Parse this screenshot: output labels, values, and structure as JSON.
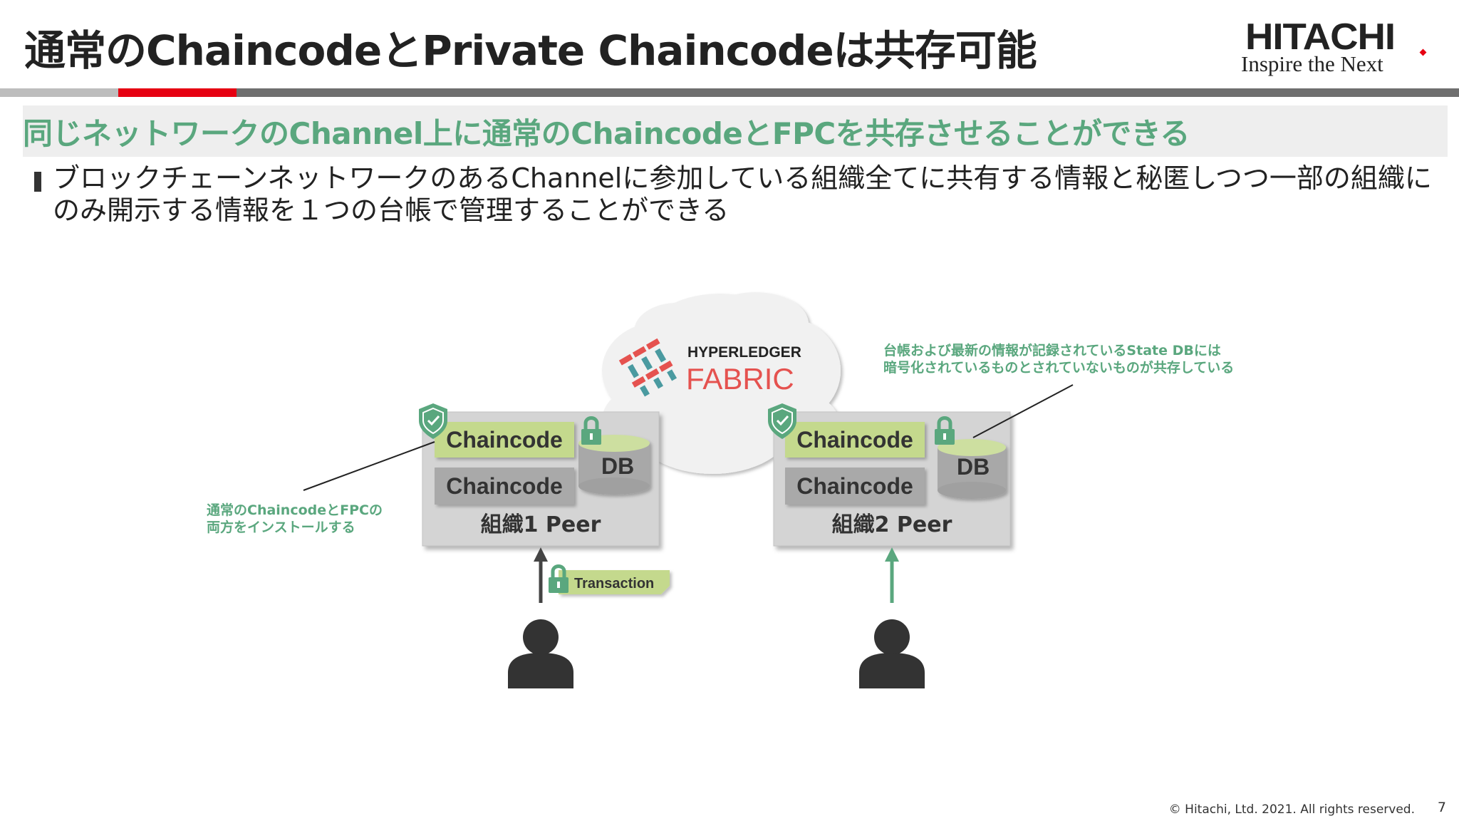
{
  "header": {
    "title": "通常のChaincodeとPrivate Chaincodeは共存可能",
    "logo_main": "HITACHI",
    "logo_tagline": "Inspire the Next"
  },
  "subtitle": "同じネットワークのChannel上に通常のChaincodeとFPCを共存させることができる",
  "bullet": "ブロックチェーンネットワークのあるChannelに参加している組織全てに共有する情報と秘匿しつつ一部の組織にのみ開示する情報を１つの台帳で管理することができる",
  "diagram": {
    "fabric_line1": "HYPERLEDGER",
    "fabric_line2": "FABRIC",
    "peers": [
      {
        "chaincode_private": "Chaincode",
        "chaincode_normal": "Chaincode",
        "db": "DB",
        "label": "組織1 Peer"
      },
      {
        "chaincode_private": "Chaincode",
        "chaincode_normal": "Chaincode",
        "db": "DB",
        "label": "組織2 Peer"
      }
    ],
    "transaction": "Transaction",
    "note_left": [
      "通常のChaincodeとFPCの",
      "両方をインストールする"
    ],
    "note_right": [
      "台帳および最新の情報が記録されているState DBには",
      "暗号化されているものとされていないものが共存している"
    ]
  },
  "colors": {
    "green": "#5aa77e",
    "red": "#e60012",
    "chaincode_green": "#c4d98d",
    "peer_gray": "#d4d4d4"
  },
  "footer": {
    "copyright": "© Hitachi, Ltd. 2021. All rights reserved.",
    "page": "7"
  }
}
